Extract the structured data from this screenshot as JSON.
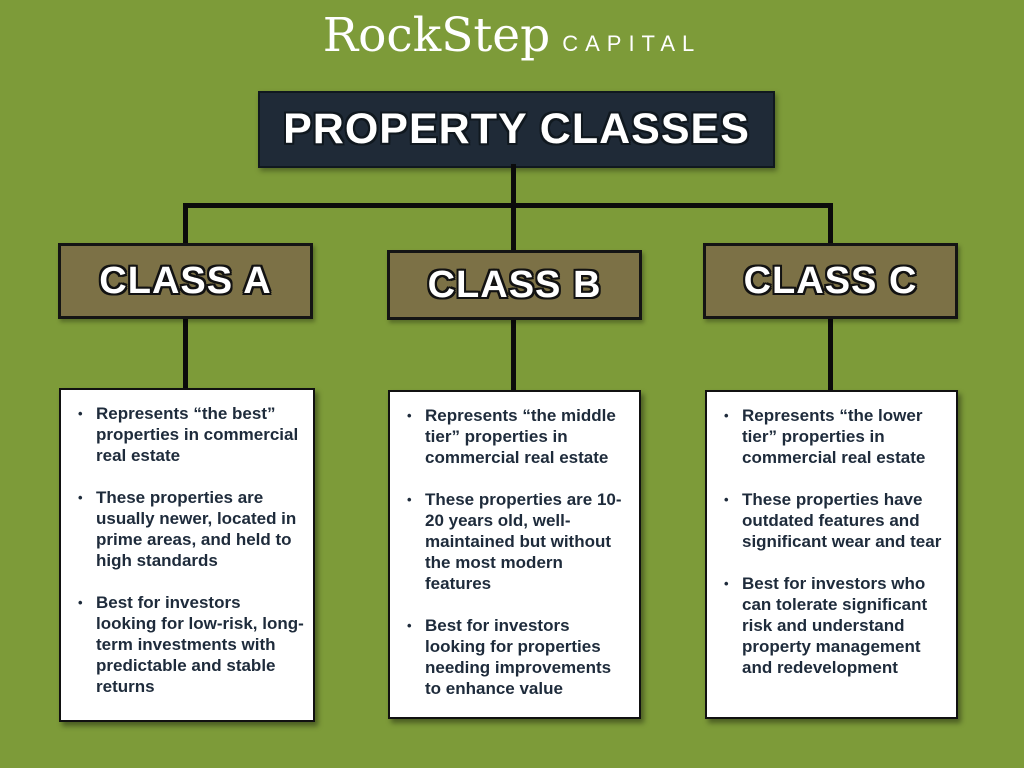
{
  "logo": {
    "brand": "RockStep",
    "suffix": "CAPITAL"
  },
  "title": "PROPERTY CLASSES",
  "colors": {
    "background": "#7D9B39",
    "title_box": "#1F2A37",
    "class_box": "#7C7146",
    "detail_box": "#FFFFFF",
    "connector": "#0B0B0B",
    "text_dark": "#1E2B3B",
    "text_light": "#FFFFFF"
  },
  "classes": [
    {
      "label": "CLASS A",
      "bullets": [
        "Represents “the best” properties in commercial real estate",
        "These properties are usually newer, located in prime areas, and held to high standards",
        "Best for investors looking for low-risk, long-term investments with predictable and stable returns"
      ]
    },
    {
      "label": "CLASS B",
      "bullets": [
        "Represents “the middle tier” properties in commercial real estate",
        "These properties are 10-20 years old, well-maintained but without the most modern features",
        "Best for investors looking for properties needing improvements to enhance value"
      ]
    },
    {
      "label": "CLASS C",
      "bullets": [
        "Represents “the lower tier” properties in commercial real estate",
        "These properties have outdated features and significant wear and tear",
        "Best for investors who can tolerate significant risk and understand property management and redevelopment"
      ]
    }
  ]
}
